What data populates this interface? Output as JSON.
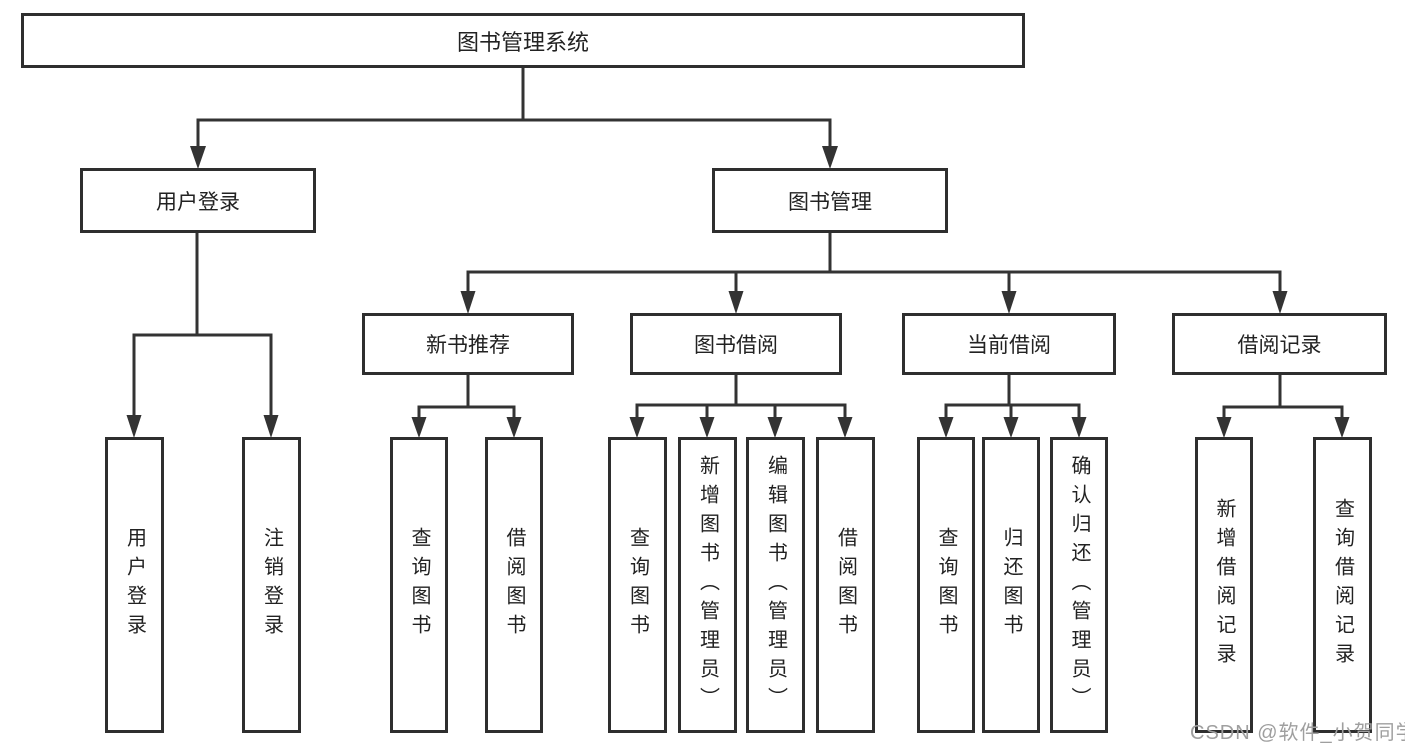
{
  "diagram": {
    "title_note": "functional structure chart",
    "root": {
      "label": "图书管理系统"
    },
    "level2": [
      {
        "label": "用户登录"
      },
      {
        "label": "图书管理"
      }
    ],
    "level3": [
      {
        "label": "新书推荐"
      },
      {
        "label": "图书借阅"
      },
      {
        "label": "当前借阅"
      },
      {
        "label": "借阅记录"
      }
    ],
    "leaves": {
      "user_login": [
        {
          "label": "用户登录"
        },
        {
          "label": "注销登录"
        }
      ],
      "new_book_recommend": [
        {
          "label": "查询图书"
        },
        {
          "label": "借阅图书"
        }
      ],
      "book_borrowing": [
        {
          "label": "查询图书"
        },
        {
          "label": "新增图书（管理员）"
        },
        {
          "label": "编辑图书（管理员）"
        },
        {
          "label": "借阅图书"
        }
      ],
      "current_borrowing": [
        {
          "label": "查询图书"
        },
        {
          "label": "归还图书"
        },
        {
          "label": "确认归还（管理员）"
        }
      ],
      "borrowing_records": [
        {
          "label": "新增借阅记录"
        },
        {
          "label": "查询借阅记录"
        }
      ]
    }
  },
  "watermark": {
    "text": "CSDN @软件_小贺同学"
  },
  "colors": {
    "line": "#333333",
    "box_border": "#2e2e2e",
    "text": "#222222",
    "watermark": "#9f9f9f",
    "background": "#ffffff"
  }
}
